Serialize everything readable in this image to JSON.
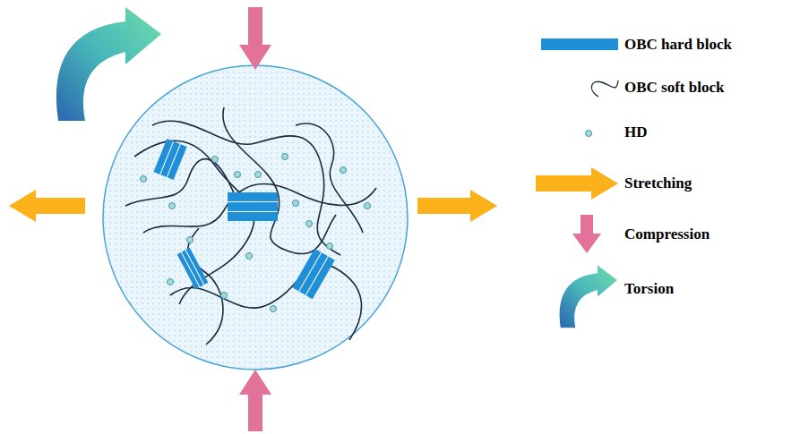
{
  "diagram": {
    "legend": [
      {
        "text": "OBC hard block",
        "color": "#1f8fd8"
      },
      {
        "text": "OBC soft block"
      },
      {
        "text": "HD"
      },
      {
        "text": "Stretching"
      },
      {
        "text": "Compression"
      },
      {
        "text": "Torsion"
      }
    ]
  }
}
